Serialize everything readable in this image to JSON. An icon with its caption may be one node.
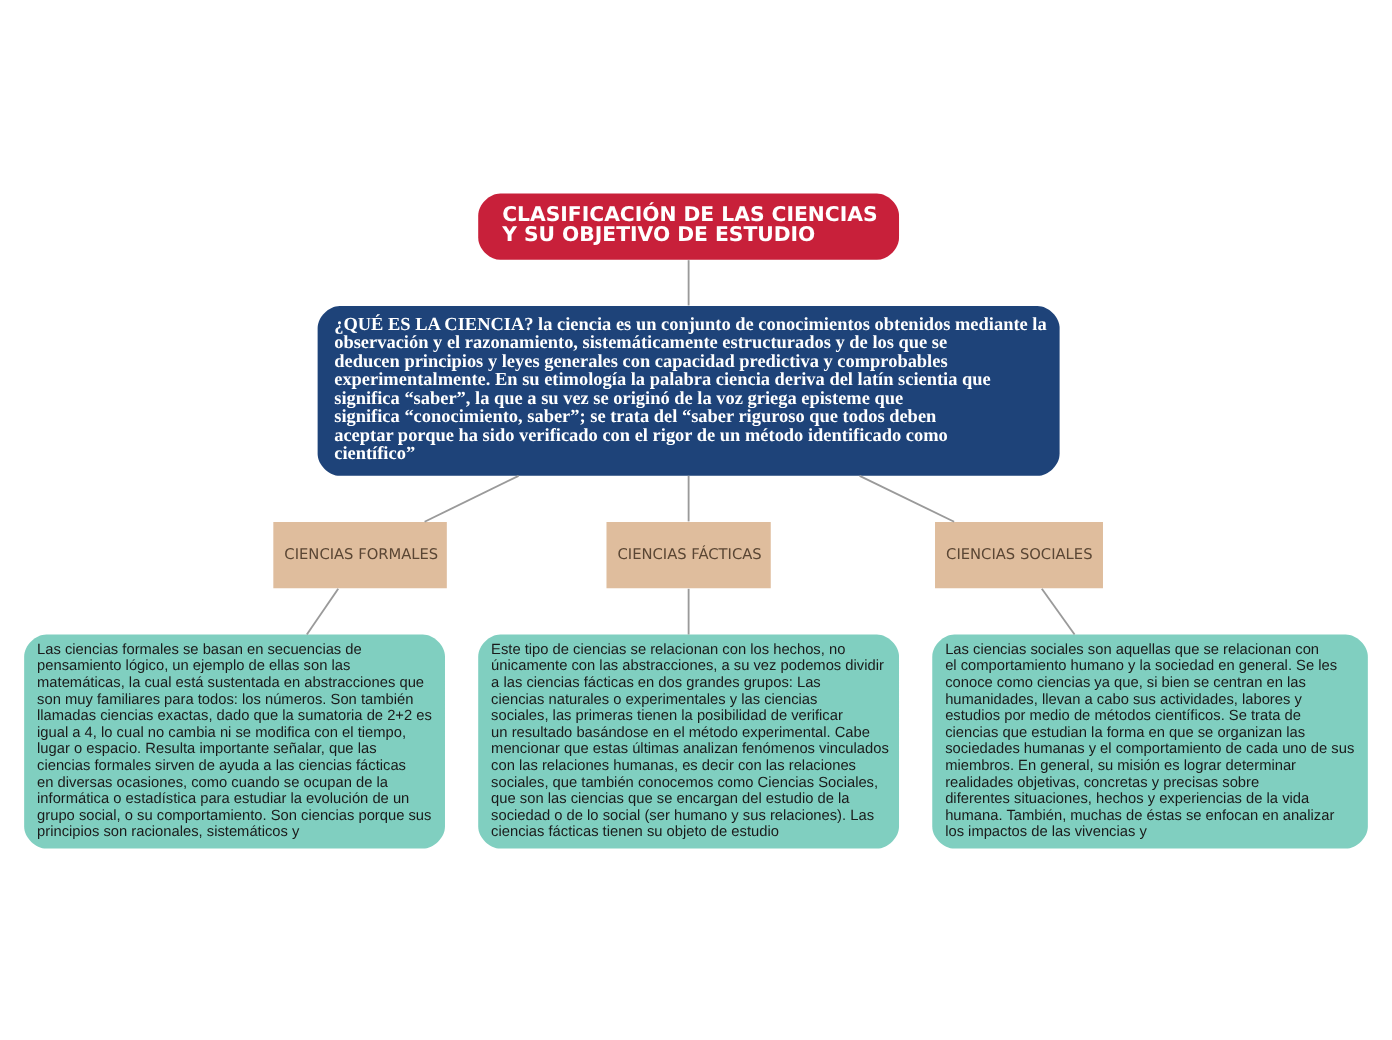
{
  "diagram": {
    "nodes": [
      {
        "text": [
          "CLASIFICACIÓN DE LAS CIENCIAS Y SU OBJETIVO DE ESTUDIO"
        ]
      },
      {
        "text": [
          "¿QUÉ ES LA CIENCIA? la ciencia es un conjunto de conocimientos obtenidos mediante la observación y el razonamiento, sistemáticamente estructurados y de los que se deducen principios y leyes generales con capacidad predictiva y comprobables experimentalmente. En su etimología la palabra ciencia deriva del latín scientia que significa “saber”, la que a su vez se originó de la voz griega episteme que significa “conocimiento, saber”; se trata del “saber riguroso que todos deben aceptar porque ha sido verificado con el rigor de un método identificado como científico”"
        ]
      },
      {
        "text": [
          "CIENCIAS FORMALES"
        ]
      },
      {
        "text": [
          "CIENCIAS FÁCTICAS"
        ]
      },
      {
        "text": [
          "CIENCIAS SOCIALES"
        ]
      },
      {
        "text": [
          "Las ciencias formales se basan en secuencias de pensamiento lógico, un ejemplo de ellas son las matemáticas, la cual está sustentada en abstracciones que son muy familiares para todos: los números. Son también llamadas ciencias exactas, dado que la sumatoria de 2+2 es igual a 4, lo cual no cambia ni se modifica con el tiempo, lugar o espacio. Resulta importante señalar, que las ciencias formales sirven de ayuda a las ciencias fácticas en diversas ocasiones, como cuando se ocupan de la informática o estadística para estudiar la evolución de un grupo social, o su comportamiento. Son ciencias porque sus principios son racionales, sistemáticos y"
        ]
      },
      {
        "text": [
          "Este tipo de ciencias se relacionan con los hechos, no únicamente con las abstracciones, a su vez podemos dividir a las ciencias fácticas en dos grandes grupos: Las ciencias naturales o experimentales y las ciencias sociales, las primeras tienen la posibilidad de verificar un resultado basándose en el método experimental. Cabe mencionar que estas últimas analizan fenómenos vinculados con las relaciones humanas, es decir con las relaciones sociales, que también conocemos como Ciencias Sociales, que son las ciencias que se encargan del estudio de la sociedad o de lo social (ser humano y sus relaciones). Las ciencias fácticas tienen su objeto de estudio"
        ]
      },
      {
        "text": [
          "Las ciencias sociales son aquellas que se relacionan con el comportamiento humano y la sociedad en general. Se les conoce como ciencias ya que, si bien se centran en las humanidades, llevan a cabo sus actividades, labores y estudios por medio de métodos científicos. Se trata de ciencias que estudian la forma en que se organizan las sociedades humanas y el comportamiento de cada uno de sus miembros. En general, su misión es lograr determinar realidades objetivas, concretas y precisas sobre diferentes situaciones, hechos y experiencias de la vida humana. También, muchas de éstas se enfocan en analizar los impactos de las vivencias y"
        ]
      }
    ],
    "edges": [
      {
        "from": 0,
        "to": 1,
        "arrow": "none"
      },
      {
        "from": 1,
        "to": 2,
        "arrow": "none"
      },
      {
        "from": 1,
        "to": 3,
        "arrow": "none"
      },
      {
        "from": 1,
        "to": 4,
        "arrow": "none"
      },
      {
        "from": 2,
        "to": 5,
        "arrow": "none"
      },
      {
        "from": 3,
        "to": 6,
        "arrow": "none"
      },
      {
        "from": 4,
        "to": 7,
        "arrow": "none"
      }
    ]
  }
}
